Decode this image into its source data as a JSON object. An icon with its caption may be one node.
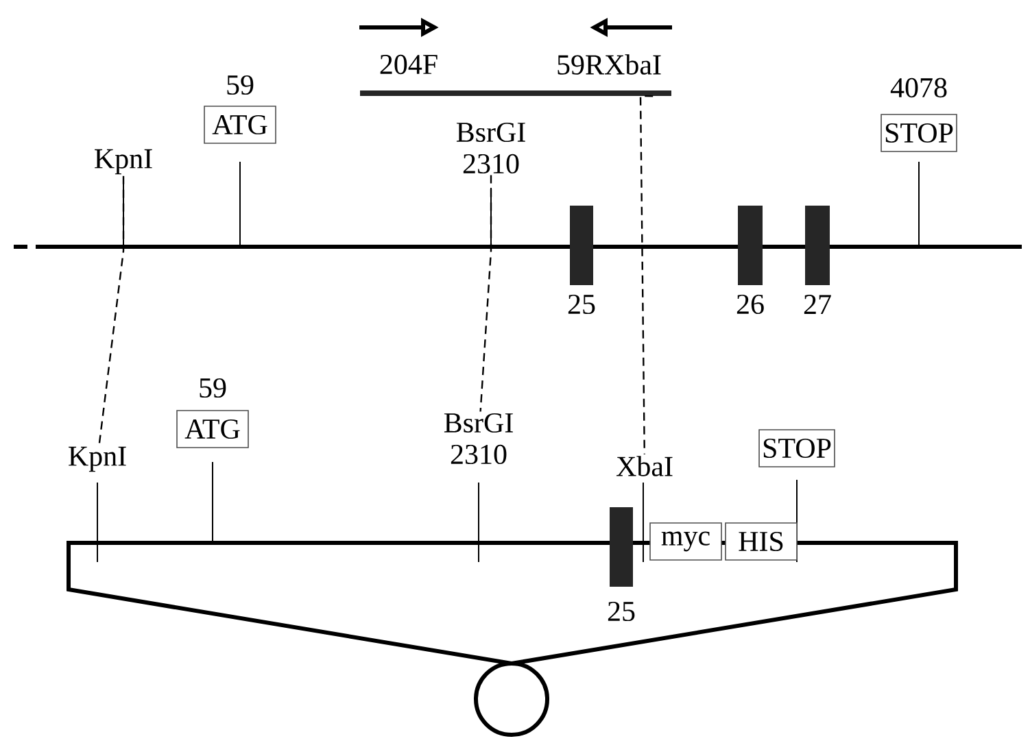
{
  "diagram": {
    "nodes": [
      {
        "text": [],
        "shape": "bar",
        "beside": [
          "204F",
          "59RXbaI"
        ]
      },
      {
        "text": [
          "ATG"
        ],
        "beside": [
          "59"
        ]
      },
      {
        "text": [
          "STOP"
        ],
        "beside": [
          "4078"
        ]
      },
      {
        "text": [
          "KpnI"
        ]
      },
      {
        "text": [
          "BsrGI",
          "2310"
        ]
      },
      {
        "text": [],
        "shape": "bar",
        "beside": [
          "25"
        ]
      },
      {
        "text": [],
        "shape": "bar",
        "beside": [
          "26"
        ]
      },
      {
        "text": [],
        "shape": "bar",
        "beside": [
          "27"
        ]
      },
      {
        "text": [
          "ATG"
        ],
        "beside": [
          "59"
        ]
      },
      {
        "text": [
          "KpnI"
        ]
      },
      {
        "text": [
          "BsrGI",
          "2310"
        ]
      },
      {
        "text": [
          "XbaI"
        ]
      },
      {
        "text": [
          "STOP"
        ]
      },
      {
        "text": [],
        "shape": "bar",
        "beside": [
          "25"
        ]
      },
      {
        "text": [
          "myc"
        ]
      },
      {
        "text": [
          "HIS"
        ]
      },
      {
        "text": [],
        "shape": "circle"
      }
    ],
    "edges": [
      {
        "from": 3,
        "to": 9,
        "arrow": "none",
        "style": "dashed"
      },
      {
        "from": 4,
        "to": 10,
        "arrow": "none",
        "style": "dashed"
      },
      {
        "from": 0,
        "to": 11,
        "arrow": "none",
        "style": "dashed"
      }
    ]
  }
}
